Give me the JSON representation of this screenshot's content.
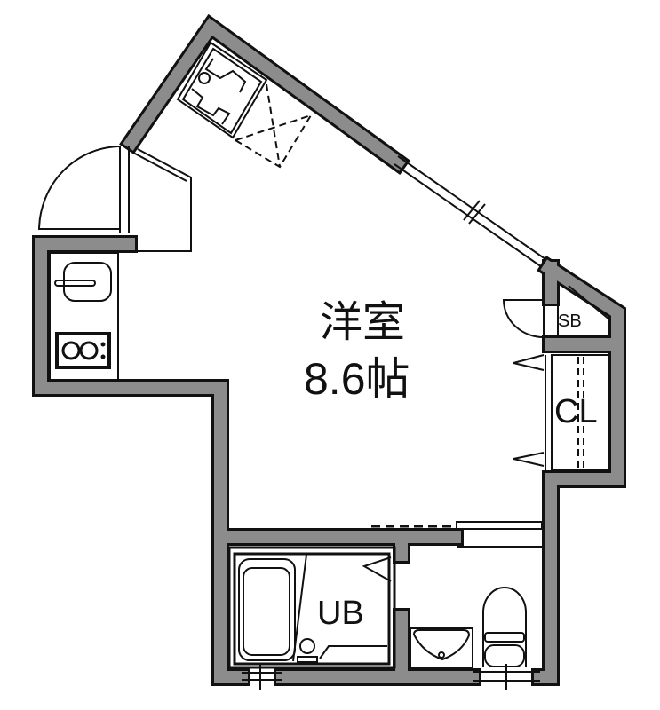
{
  "plan": {
    "room": {
      "name": "洋室",
      "size": "8.6帖"
    },
    "storage_small": "SB",
    "closet": "CL",
    "unit_bath": "UB"
  },
  "colors": {
    "wall_fill": "#8c8c8c",
    "wall_outline": "#111111",
    "background": "#ffffff"
  }
}
